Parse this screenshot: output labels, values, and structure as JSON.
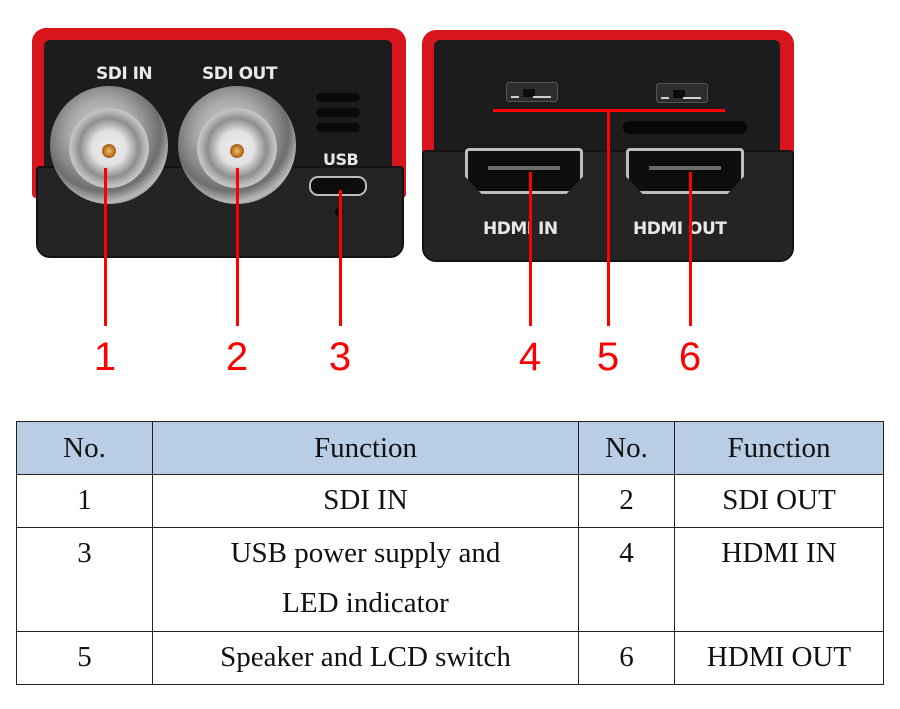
{
  "device_left": {
    "labels": {
      "sdi_in": "SDI IN",
      "sdi_out": "SDI OUT",
      "usb": "USB"
    }
  },
  "device_right": {
    "labels": {
      "hdmi_in": "HDMI IN",
      "hdmi_out": "HDMI OUT"
    }
  },
  "callouts": [
    "1",
    "2",
    "3",
    "4",
    "5",
    "6"
  ],
  "colors": {
    "callout": "#ff0000",
    "shell": "#d8141c",
    "header_fill": "#b9cde5"
  },
  "table": {
    "headers": [
      "No.",
      "Function",
      "No.",
      "Function"
    ],
    "rows": [
      {
        "no_a": "1",
        "func_a": "SDI IN",
        "no_b": "2",
        "func_b": "SDI OUT"
      },
      {
        "no_a": "3",
        "func_a_line1": "USB power supply and",
        "func_a_line2": "LED indicator",
        "no_b": "4",
        "func_b": "HDMI IN"
      },
      {
        "no_a": "5",
        "func_a": "Speaker and LCD switch",
        "no_b": "6",
        "func_b": "HDMI OUT"
      }
    ]
  }
}
